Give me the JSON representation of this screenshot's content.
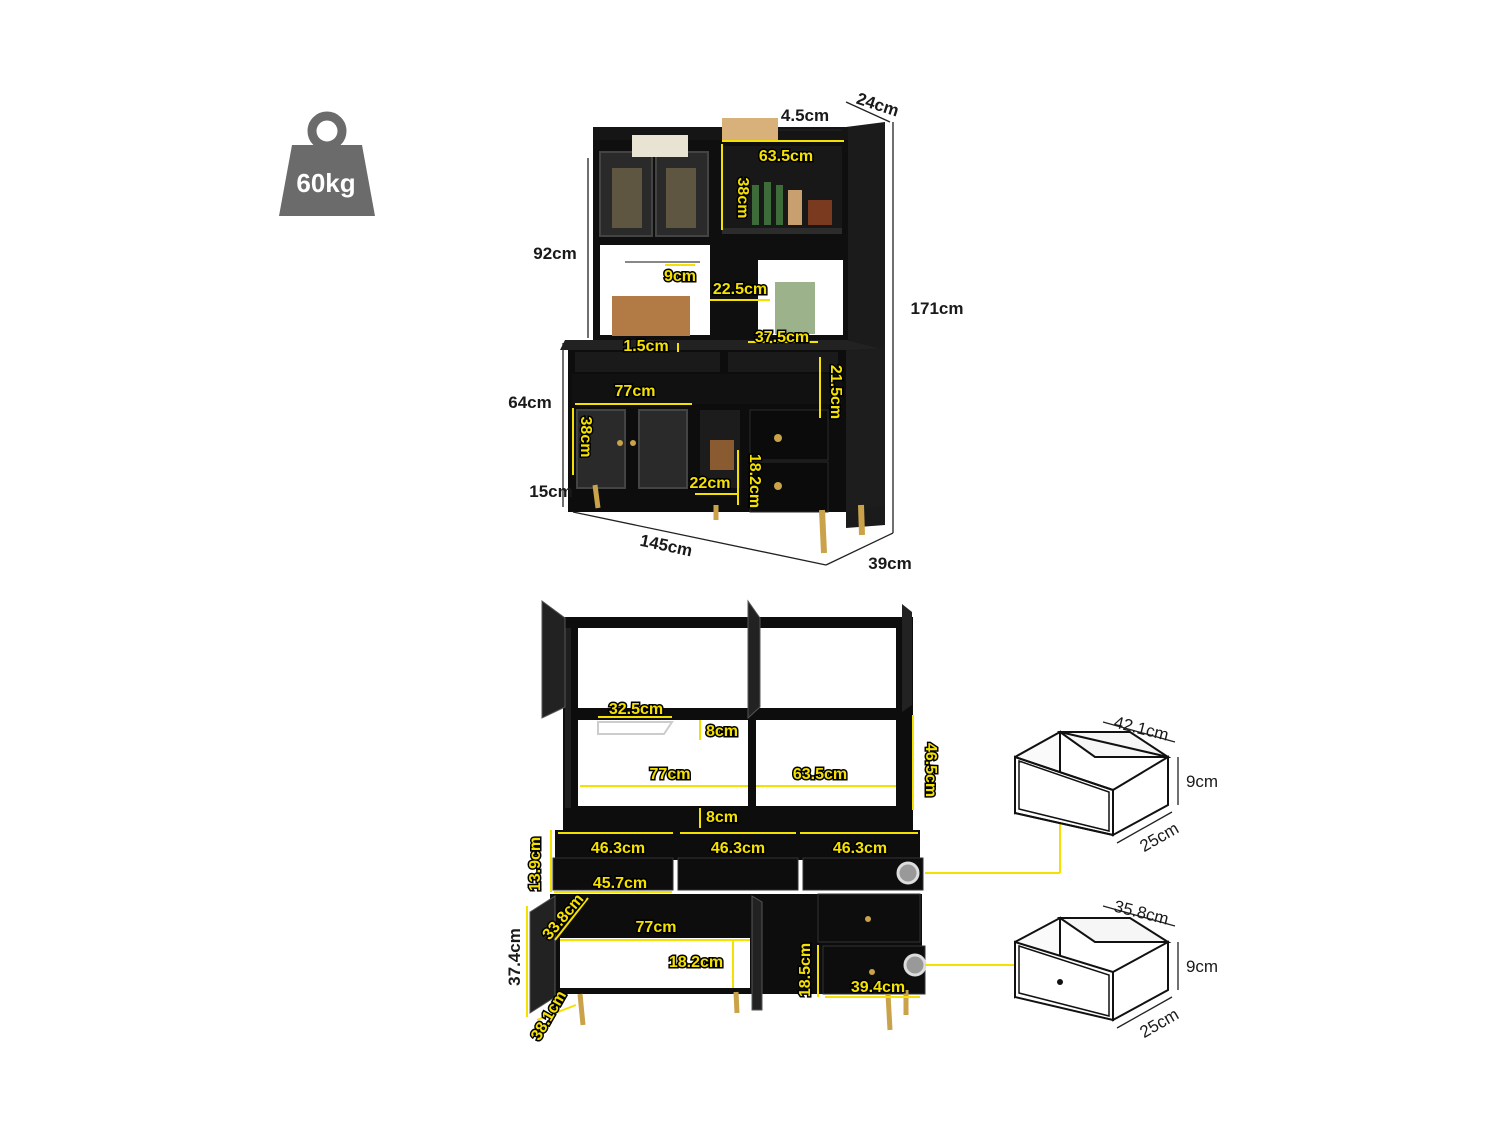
{
  "weight": {
    "icon": "weight-icon",
    "label": "60kg"
  },
  "colors": {
    "cabinet": "#111111",
    "accent": "#f5e100",
    "gold": "#c9a24a",
    "weight_bg": "#6b6b6b"
  },
  "top_view": {
    "total_height": "171cm",
    "total_width": "145cm",
    "depth_base": "39cm",
    "depth_top": "24cm",
    "hutch_height": "92cm",
    "base_height": "64cm",
    "leg_height": "15cm",
    "top_lip": "4.5cm",
    "hutch_shelf_width": "63.5cm",
    "hutch_shelf_height": "38cm",
    "glass_rack": "9cm",
    "middle_opening": "22.5cm",
    "counter_depth": "37.5cm",
    "counter_thickness": "1.5cm",
    "cubby_height": "21.5cm",
    "base_cabinet_width": "77cm",
    "base_door_height": "38cm",
    "small_cubby_height": "18.2cm",
    "small_cubby_width": "22cm"
  },
  "bottom_view": {
    "rack_width": "32.5cm",
    "rack_gap": "8cm",
    "left_shelf_width": "77cm",
    "right_shelf_width": "63.5cm",
    "open_height": "46.5cm",
    "counter_gap": "8cm",
    "cubby_widths": [
      "46.3cm",
      "46.3cm",
      "46.3cm"
    ],
    "cubby_height": "13.9cm",
    "drawer_width": "45.7cm",
    "door_width": "33.8cm",
    "cabinet_width": "77cm",
    "cabinet_height": "37.4cm",
    "cabinet_depth": "38.1cm",
    "cubby_h": "18.2cm",
    "drawer_stack_height": "18.5cm",
    "drawer_front_width": "39.4cm"
  },
  "drawer_top": {
    "width": "42.1cm",
    "height": "9cm",
    "depth": "25cm"
  },
  "drawer_bottom": {
    "width": "35.8cm",
    "height": "9cm",
    "depth": "25cm"
  }
}
